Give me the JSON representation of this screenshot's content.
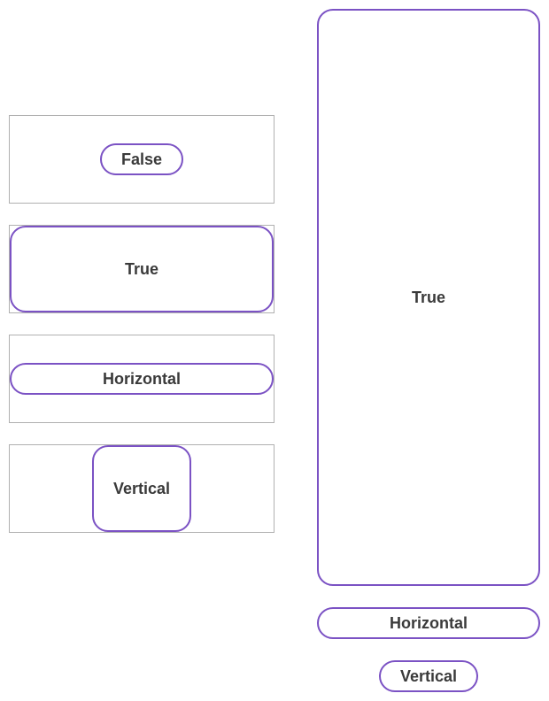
{
  "left_column": {
    "items": [
      {
        "label": "False"
      },
      {
        "label": "True"
      },
      {
        "label": "Horizontal"
      },
      {
        "label": "Vertical"
      }
    ]
  },
  "right_column": {
    "items": [
      {
        "label": "True"
      },
      {
        "label": "Horizontal"
      },
      {
        "label": "Vertical"
      }
    ]
  },
  "colors": {
    "button_border": "#7b52c4",
    "frame_border": "#b0b0b0",
    "text": "#3a3a3a",
    "background": "#ffffff"
  }
}
